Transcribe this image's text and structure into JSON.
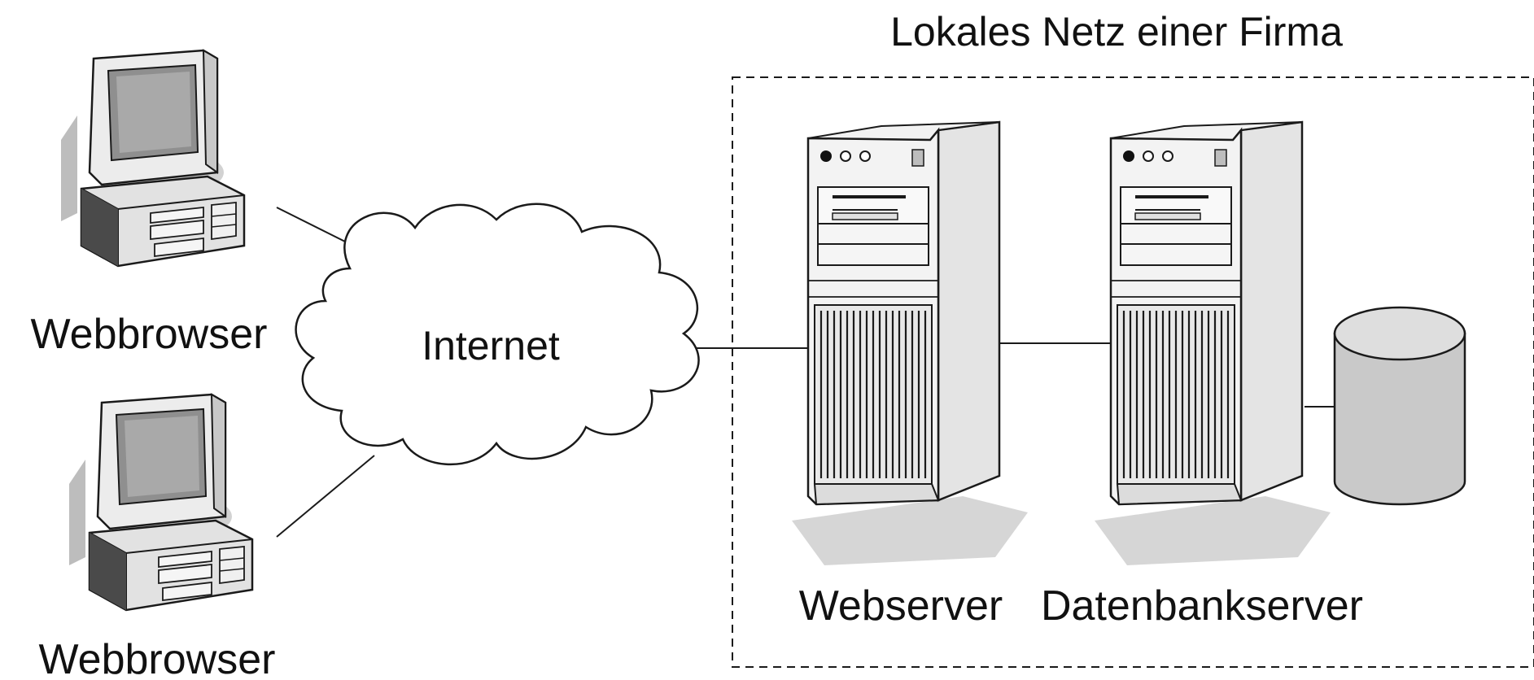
{
  "diagram": {
    "title": "Lokales Netz einer Firma",
    "cloud_label": "Internet",
    "clients": [
      {
        "label": "Webbrowser"
      },
      {
        "label": "Webbrowser"
      }
    ],
    "servers": [
      {
        "label": "Webserver"
      },
      {
        "label": "Datenbankserver"
      }
    ],
    "database_icon": "database-cylinder-icon",
    "client_icon": "desktop-computer-icon",
    "server_icon": "tower-server-icon",
    "cloud_icon": "cloud-icon",
    "colors": {
      "line": "#1a1a1a",
      "fill_light": "#ececec",
      "fill_mid": "#c8c8c8",
      "fill_dark": "#8a8a8a",
      "shadow": "#cfcfcf"
    }
  }
}
